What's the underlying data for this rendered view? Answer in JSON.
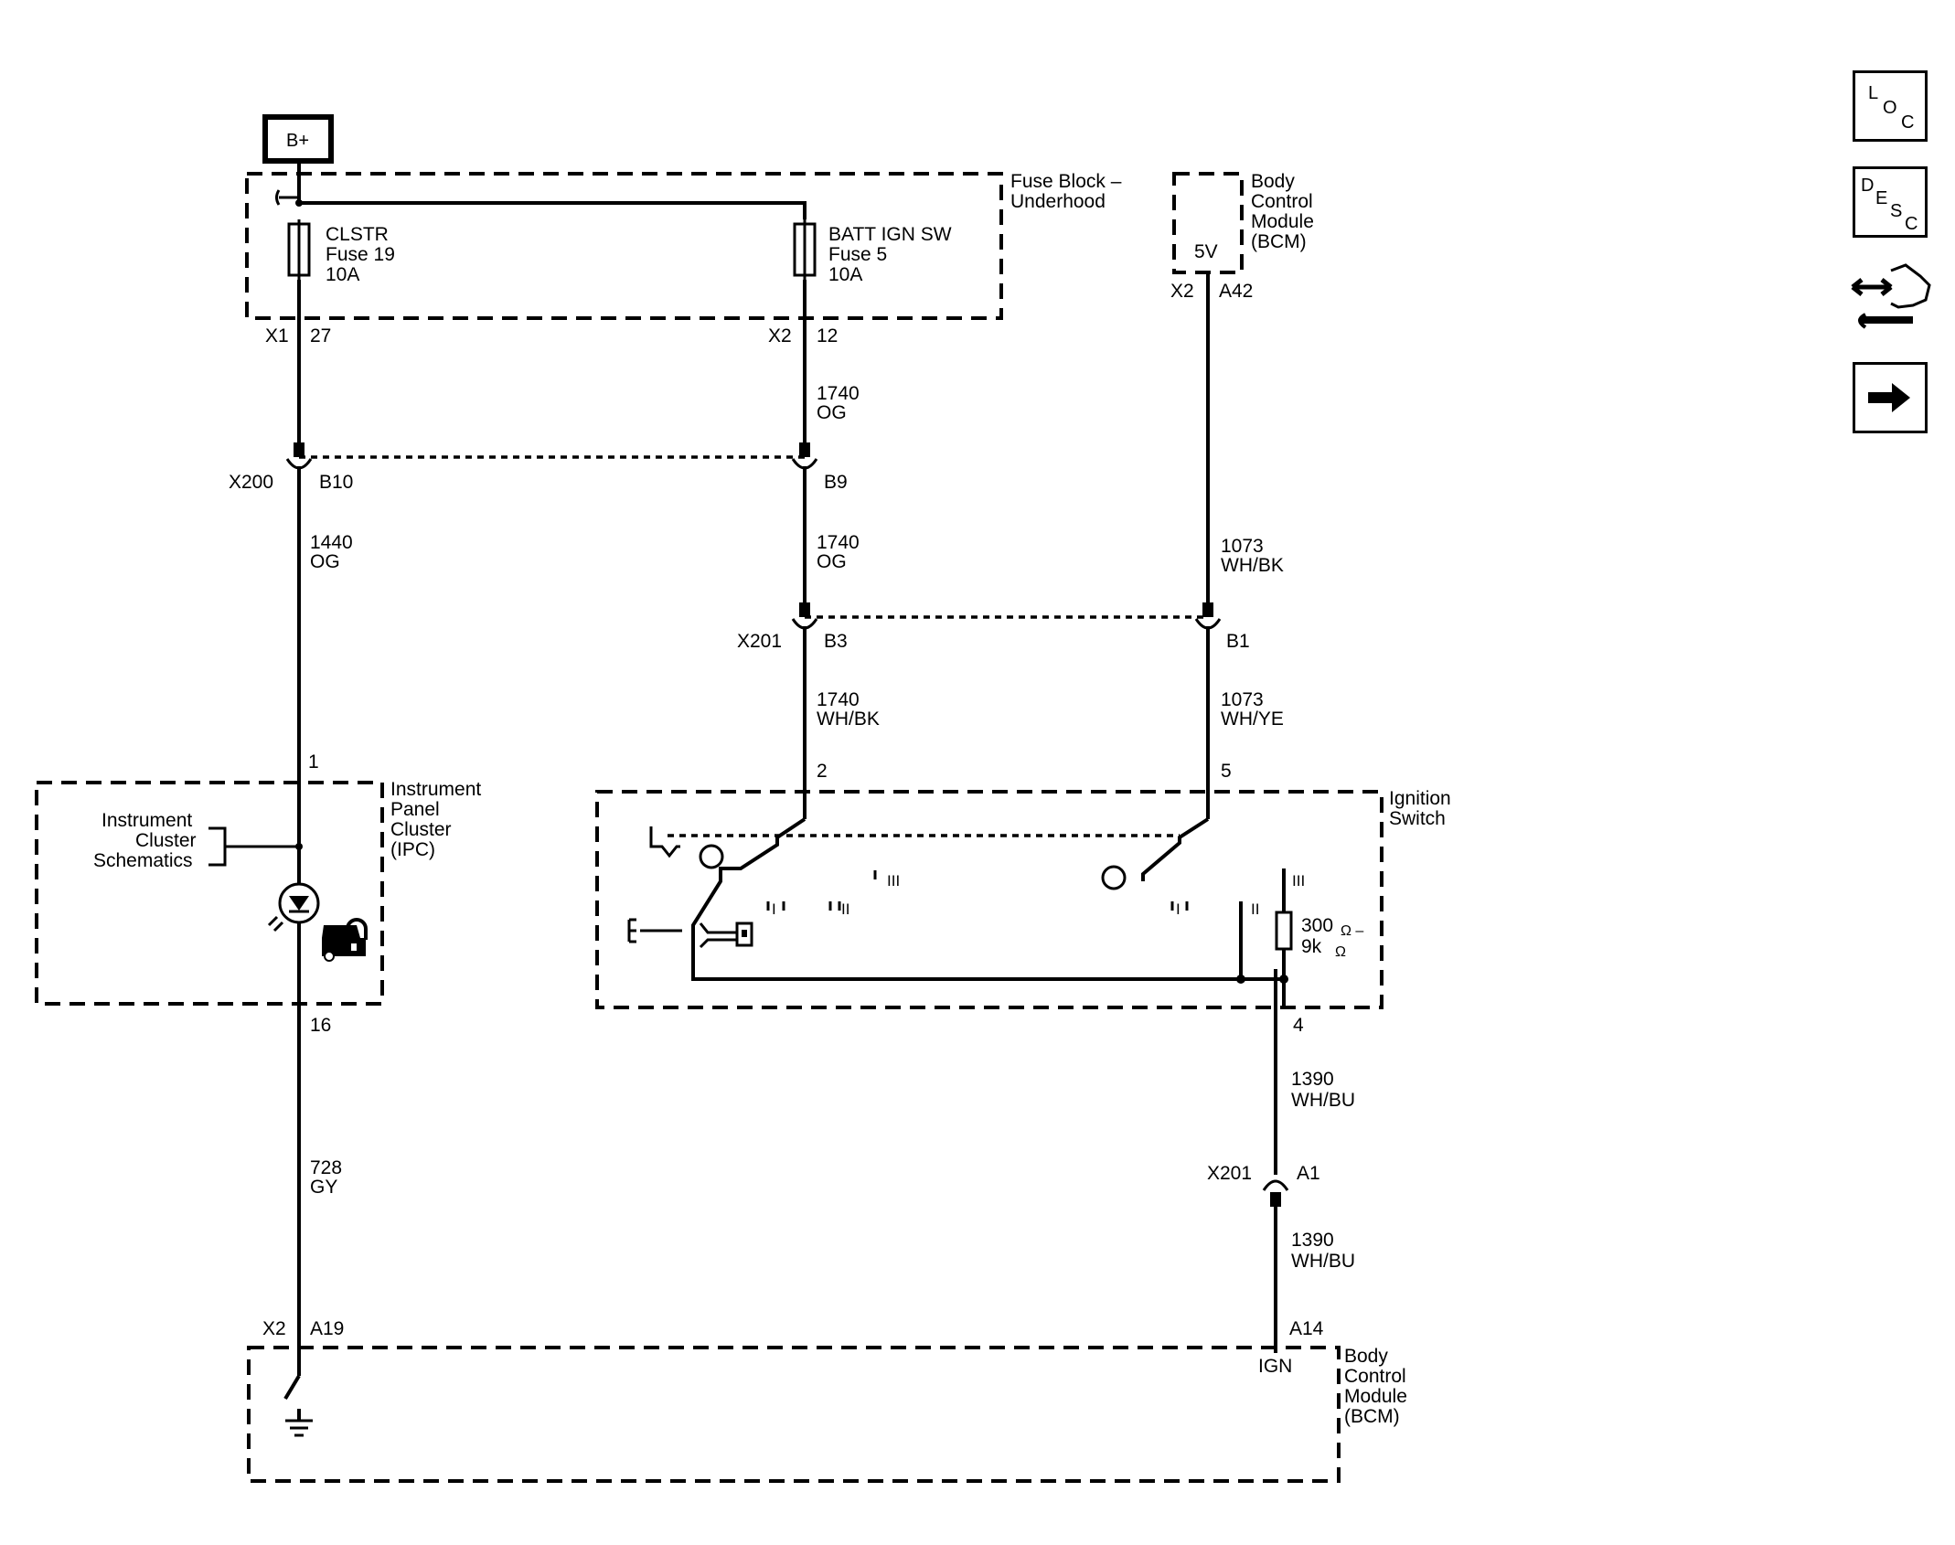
{
  "nav": {
    "loc": {
      "l1": "L",
      "l2": "O",
      "l3": "C"
    },
    "desc": {
      "l1": "D",
      "l2": "E",
      "l3": "S",
      "l4": "C"
    }
  },
  "power": {
    "label": "B+"
  },
  "fuse_block": {
    "title1": "Fuse Block –",
    "title2": "Underhood",
    "fuse_a": {
      "l1": "CLSTR",
      "l2": "Fuse 19",
      "l3": "10A"
    },
    "fuse_b": {
      "l1": "BATT IGN SW",
      "l2": "Fuse 5",
      "l3": "10A"
    }
  },
  "bcm_top": {
    "title1": "Body",
    "title2": "Control",
    "title3": "Module",
    "title4": "(BCM)",
    "volt": "5V"
  },
  "pins": {
    "x1": "X1",
    "p27": "27",
    "x2a": "X2",
    "p12": "12",
    "x2b": "X2",
    "a42": "A42",
    "x200": "X200",
    "b10": "B10",
    "b9": "B9",
    "x201a": "X201",
    "b3": "B3",
    "b1": "B1",
    "p1": "1",
    "p2": "2",
    "p5": "5",
    "p16": "16",
    "p4": "4",
    "x201b": "X201",
    "a1": "A1",
    "x2c": "X2",
    "a19": "A19",
    "a14": "A14",
    "ign": "IGN"
  },
  "wires": {
    "w1740a": {
      "num": "1740",
      "color": "OG"
    },
    "w1440": {
      "num": "1440",
      "color": "OG"
    },
    "w1740b": {
      "num": "1740",
      "color": "OG"
    },
    "w1073a": {
      "num": "1073",
      "color": "WH/BK"
    },
    "w1740c": {
      "num": "1740",
      "color": "WH/BK"
    },
    "w1073b": {
      "num": "1073",
      "color": "WH/YE"
    },
    "w728": {
      "num": "728",
      "color": "GY"
    },
    "w1390a": {
      "num": "1390",
      "color": "WH/BU"
    },
    "w1390b": {
      "num": "1390",
      "color": "WH/BU"
    }
  },
  "ipc": {
    "t1": "Instrument",
    "t2": "Panel",
    "t3": "Cluster",
    "t4": "(IPC)",
    "ref1": "Instrument",
    "ref2": "Cluster",
    "ref3": "Schematics"
  },
  "ign_switch": {
    "t1": "Ignition",
    "t2": "Switch",
    "pos3a": "III",
    "pos2a": "II",
    "pos1a": "I",
    "pos3b": "III",
    "pos2b": "II",
    "pos1b": "I",
    "r1": "300",
    "r1u": "Ω –",
    "r2": "9k",
    "r2u": "Ω"
  },
  "bcm_bottom": {
    "t1": "Body",
    "t2": "Control",
    "t3": "Module",
    "t4": "(BCM)"
  }
}
